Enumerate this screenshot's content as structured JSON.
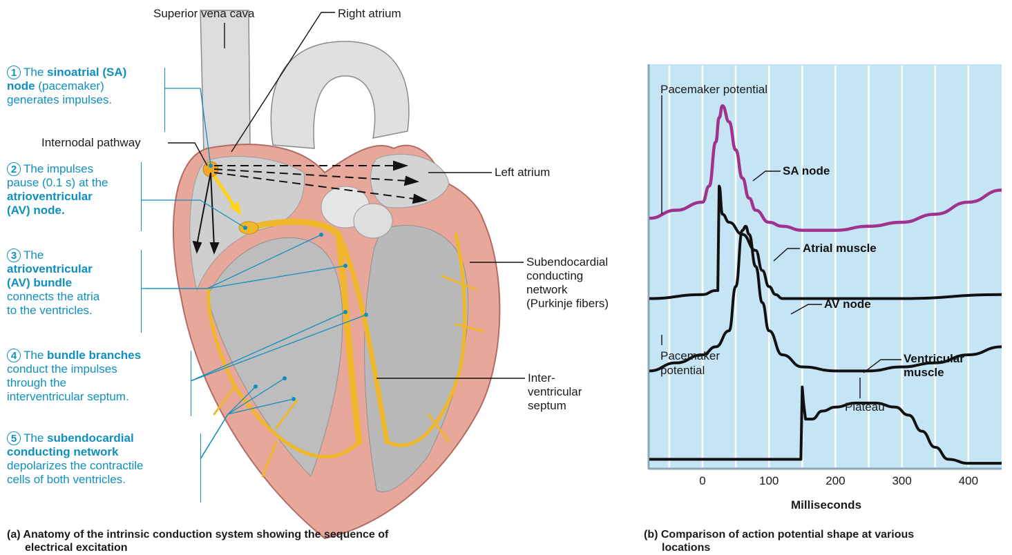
{
  "anatomy": {
    "labels": {
      "superior_vena_cava": "Superior vena cava",
      "right_atrium": "Right atrium",
      "internodal_pathway": "Internodal pathway",
      "left_atrium": "Left atrium",
      "subendo_1": "Subendocardial",
      "subendo_2": "conducting",
      "subendo_3": "network",
      "subendo_4": "(Purkinje fibers)",
      "iv_1": "Inter-",
      "iv_2": "ventricular",
      "iv_3": "septum"
    },
    "steps": [
      {
        "num": "1",
        "l1a": "The ",
        "l1b": "sinoatrial (SA)",
        "l2a": "node",
        "l2b": " (pacemaker)",
        "l3": "generates impulses."
      },
      {
        "num": "2",
        "l1": "The impulses",
        "l2": "pause (0.1 s) at the",
        "l3": "atrioventricular",
        "l4": "(AV) node."
      },
      {
        "num": "3",
        "l1": "The",
        "l2": "atrioventricular",
        "l3": "(AV) bundle",
        "l4": "connects the atria",
        "l5": "to the ventricles."
      },
      {
        "num": "4",
        "l1a": "The ",
        "l1b": "bundle branches",
        "l2": "conduct the impulses",
        "l3": "through the",
        "l4": "interventricular septum."
      },
      {
        "num": "5",
        "l1a": "The ",
        "l1b": "subendocardial",
        "l2": "conducting network",
        "l3": "depolarizes the contractile",
        "l4": "cells of both ventricles."
      }
    ],
    "caption_1": "(a) Anatomy of the intrinsic conduction system showing the sequence of",
    "caption_2": "electrical excitation"
  },
  "chart": {
    "caption_1": "(b) Comparison of action potential shape at various",
    "caption_2": "locations",
    "xlabel": "Milliseconds",
    "pacemaker_top": "Pacemaker potential",
    "pacemaker_bottom_1": "Pacemaker",
    "pacemaker_bottom_2": "potential",
    "plateau": "Plateau",
    "background_color": "#c5e5f5",
    "sa_color": "#a0328c"
  },
  "chart_data": {
    "type": "line",
    "xlabel": "Milliseconds",
    "xticks": [
      0,
      100,
      200,
      300,
      400
    ],
    "xlim": [
      -80,
      450
    ],
    "ylim": [
      0,
      1
    ],
    "yticks": [],
    "series": [
      {
        "name": "SA node",
        "color": "#a0328c",
        "x": [
          -80,
          -40,
          0,
          10,
          20,
          25,
          30,
          40,
          50,
          60,
          70,
          80,
          100,
          120,
          150,
          200,
          250,
          300,
          350,
          400,
          450
        ],
        "y": [
          0.62,
          0.64,
          0.66,
          0.7,
          0.81,
          0.87,
          0.9,
          0.86,
          0.79,
          0.72,
          0.67,
          0.64,
          0.61,
          0.6,
          0.59,
          0.59,
          0.6,
          0.61,
          0.63,
          0.66,
          0.69
        ]
      },
      {
        "name": "Atrial muscle",
        "color": "#111111",
        "x": [
          -80,
          0,
          20,
          23,
          25,
          30,
          40,
          60,
          80,
          90,
          100,
          110,
          120,
          150,
          200,
          300,
          450
        ],
        "y": [
          0.42,
          0.43,
          0.44,
          0.44,
          0.7,
          0.63,
          0.61,
          0.58,
          0.54,
          0.49,
          0.45,
          0.43,
          0.42,
          0.42,
          0.42,
          0.42,
          0.43
        ]
      },
      {
        "name": "AV node",
        "color": "#111111",
        "x": [
          -80,
          -40,
          0,
          20,
          40,
          50,
          60,
          65,
          70,
          80,
          90,
          100,
          120,
          150,
          200,
          250,
          300,
          350,
          400,
          450
        ],
        "y": [
          0.24,
          0.26,
          0.28,
          0.3,
          0.34,
          0.45,
          0.59,
          0.6,
          0.58,
          0.5,
          0.41,
          0.34,
          0.28,
          0.25,
          0.24,
          0.24,
          0.25,
          0.26,
          0.28,
          0.3
        ]
      },
      {
        "name": "Ventricular muscle",
        "color": "#111111",
        "x": [
          -80,
          0,
          100,
          148,
          150,
          152,
          155,
          165,
          180,
          200,
          230,
          260,
          290,
          310,
          330,
          350,
          370,
          400,
          450
        ],
        "y": [
          0.02,
          0.02,
          0.02,
          0.02,
          0.2,
          0.16,
          0.12,
          0.12,
          0.14,
          0.15,
          0.16,
          0.16,
          0.15,
          0.13,
          0.09,
          0.05,
          0.02,
          0.01,
          0.01
        ]
      }
    ]
  }
}
